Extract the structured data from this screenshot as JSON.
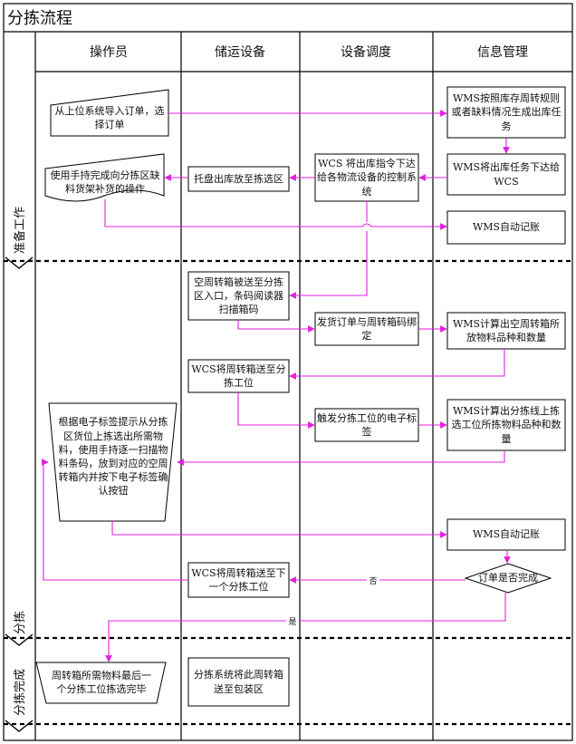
{
  "title": "分拣流程",
  "columns": [
    "操作员",
    "储运设备",
    "设备调度",
    "信息管理"
  ],
  "phases": [
    "准备工作",
    "分拣",
    "分拣完成"
  ],
  "nodes": {
    "import_order": "从上位系统导入订单，选择订单",
    "wms_generate_task": "WMS按照库存周转规则或者缺料情况生成出库任务",
    "wms_issue_wcs": "WMS将出库任务下达给WCS",
    "wcs_issue_control": "WCS 将出库指令下达给各物流设备的控制系统",
    "pallet_out": "托盘出库放至拣选区",
    "handheld_replenish": "使用手持完成向分拣区缺料货架补货的操作",
    "wms_auto_record_1": "WMS自动记账",
    "empty_box_scan": "空周转箱被送至分拣区入口，条码阅读器扫描箱码",
    "bind_order_box": "发货订单与周转箱码绑定",
    "wms_calc_box": "WMS计算出空周转箱所放物料品种和数量",
    "wcs_send_box": "WCS将周转箱送至分拣工位",
    "trigger_label": "触发分拣工位的电子标签",
    "wms_calc_station": "WMS计算出分拣线上拣选工位所拣物料品种和数量",
    "pick_by_label": "根据电子标签提示从分拣区货位上拣选出所需物料，使用手持逐一扫描物料条码，放到对应的空周转箱内并按下电子标签确认按钮",
    "wms_auto_record_2": "WMS自动记账",
    "order_done": "订单是否完成",
    "wcs_next_station": "WCS将周转箱送至下一个分拣工位",
    "last_station_done": "周转箱所需物料最后一个分拣工位拣选完毕",
    "send_to_packing": "分拣系统将此周转箱送至包装区"
  },
  "edge_labels": {
    "no": "否",
    "yes": "是"
  },
  "colors": {
    "arrow": "#e020e0",
    "line": "#000000"
  }
}
